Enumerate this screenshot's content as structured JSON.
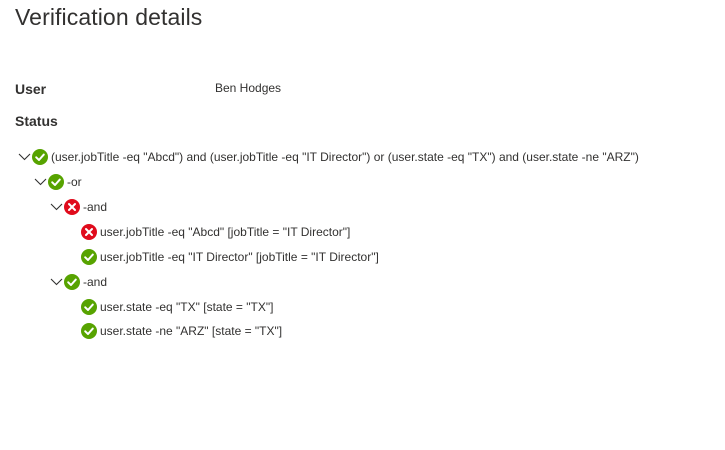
{
  "page": {
    "title": "Verification details"
  },
  "fields": {
    "user_label": "User",
    "user_value": "Ben Hodges",
    "status_label": "Status"
  },
  "colors": {
    "success": "#57a300",
    "failure": "#e00b1c",
    "text": "#323130"
  },
  "tree": {
    "root": {
      "text": "(user.jobTitle -eq \"Abcd\") and (user.jobTitle -eq \"IT Director\") or (user.state -eq \"TX\") and (user.state -ne \"ARZ\")",
      "status": "pass",
      "icon": "checkmark-circle-icon"
    },
    "or_group": {
      "text": "-or",
      "status": "pass",
      "icon": "checkmark-circle-icon"
    },
    "and_group_1": {
      "text": "-and",
      "status": "fail",
      "icon": "error-circle-icon",
      "rules": [
        {
          "text": "user.jobTitle -eq \"Abcd\" [jobTitle = \"IT Director\"]",
          "status": "fail",
          "icon": "error-circle-icon"
        },
        {
          "text": "user.jobTitle -eq \"IT Director\" [jobTitle = \"IT Director\"]",
          "status": "pass",
          "icon": "checkmark-circle-icon"
        }
      ]
    },
    "and_group_2": {
      "text": "-and",
      "status": "pass",
      "icon": "checkmark-circle-icon",
      "rules": [
        {
          "text": "user.state -eq \"TX\" [state = \"TX\"]",
          "status": "pass",
          "icon": "checkmark-circle-icon"
        },
        {
          "text": "user.state -ne \"ARZ\" [state = \"TX\"]",
          "status": "pass",
          "icon": "checkmark-circle-icon"
        }
      ]
    }
  }
}
